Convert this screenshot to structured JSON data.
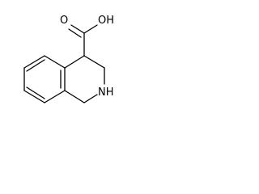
{
  "molecule": {
    "atom_labels": {
      "hydroxyl": "OH",
      "carbonyl_oxygen": "O",
      "amine": "NH"
    },
    "colors": {
      "bond": "#000000",
      "text": "#000000",
      "background": "#ffffff"
    }
  }
}
